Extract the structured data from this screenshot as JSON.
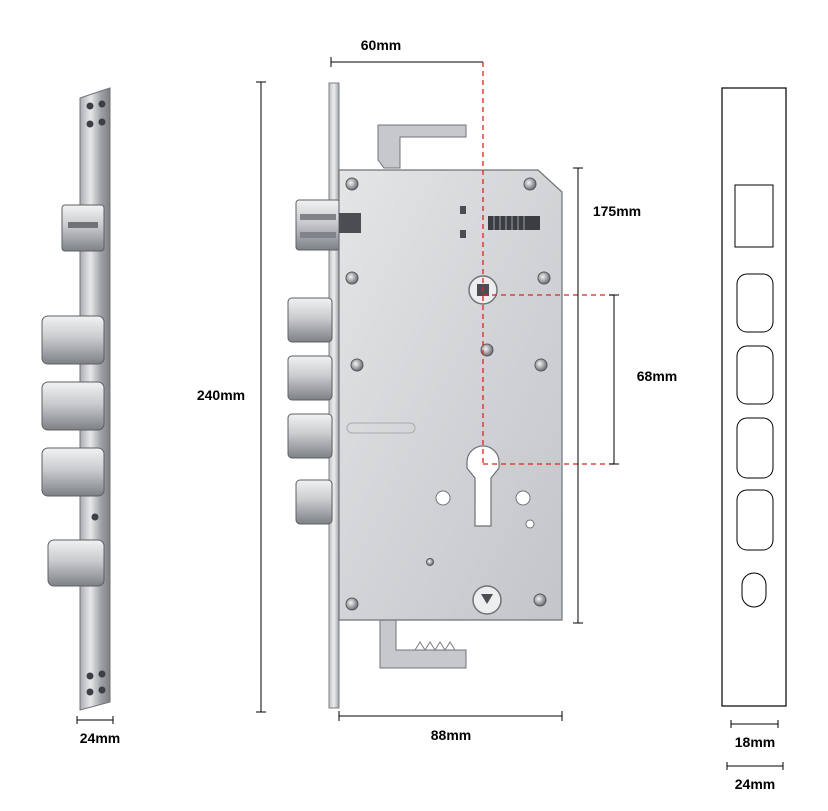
{
  "dimensions": {
    "cylinder_offset": "60mm",
    "total_height": "240mm",
    "handle_to_top": "175mm",
    "handle_to_cylinder": "68mm",
    "case_width": "88mm",
    "faceplate_width": "24mm",
    "strike_inner_width": "18mm",
    "strike_outer_width": "24mm"
  },
  "colors": {
    "steel_light": "#d9dadc",
    "steel_mid": "#b4b6ba",
    "steel_dark": "#6f7378",
    "dimension_red": "#d9261c",
    "outline": "#000000"
  }
}
